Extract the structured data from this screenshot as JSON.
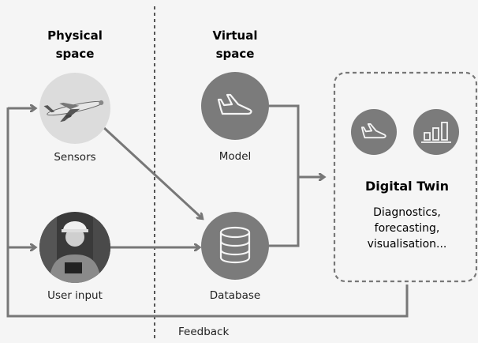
{
  "physical_space": {
    "title_line1": "Physical",
    "title_line2": "space"
  },
  "virtual_space": {
    "title_line1": "Virtual",
    "title_line2": "space"
  },
  "nodes": {
    "sensors": {
      "label": "Sensors",
      "icon": "airplane-photo"
    },
    "user_input": {
      "label": "User input",
      "icon": "engineer-photo"
    },
    "model": {
      "label": "Model",
      "icon": "airplane-icon"
    },
    "database": {
      "label": "Database",
      "icon": "database-icon"
    }
  },
  "digital_twin": {
    "title": "Digital Twin",
    "line1": "Diagnostics,",
    "line2": "forecasting,",
    "line3": "visualisation...",
    "icons": [
      "airplane-icon",
      "bar-chart-icon"
    ]
  },
  "feedback": {
    "label": "Feedback"
  },
  "colors": {
    "node": "#7b7b7b",
    "line": "#777777",
    "background": "#f5f5f5"
  }
}
